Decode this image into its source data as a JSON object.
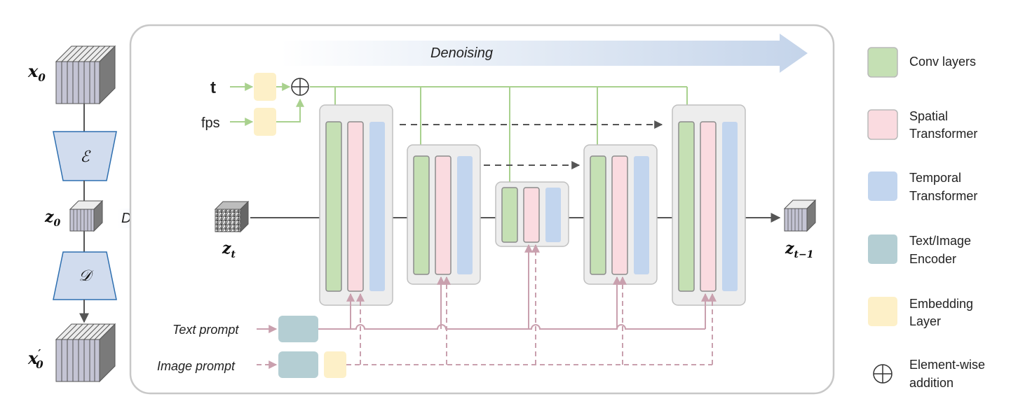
{
  "inputs": {
    "x0": "x",
    "x0_sub": "0",
    "z0": "z",
    "z0_sub": "0",
    "x0_prime": "x",
    "x0_prime_mark": "′",
    "x0_prime_sub": "0",
    "encoder_symbol": "ℰ",
    "decoder_symbol": "𝒟",
    "diffusion": "Diffusion"
  },
  "unet": {
    "denoising": "Denoising",
    "t_label": "t",
    "fps_label": "fps",
    "zt": "z",
    "zt_sub": "t",
    "zt1": "z",
    "zt1_sub": "t−1",
    "text_prompt": "Text prompt",
    "image_prompt": "Image prompt",
    "plus_symbol": "⊕"
  },
  "legend": {
    "conv": [
      "Conv layers"
    ],
    "spatial": [
      "Spatial",
      "Transformer"
    ],
    "temporal": [
      "Temporal",
      "Transformer"
    ],
    "encoder": [
      "Text/Image",
      "Encoder"
    ],
    "embedding": [
      "Embedding",
      "Layer"
    ],
    "addition": [
      "Element-wise",
      "addition"
    ],
    "plus_symbol": "⊕"
  },
  "colors": {
    "conv": "#c5e0b4",
    "spatial": "#fadbe0",
    "temporal": "#c2d5ee",
    "encoder": "#b4ced3",
    "embedding": "#fdf0c8",
    "time_arrow": "#a9d18e",
    "prompt_arrow": "#c9a0ae",
    "block_bg": "#ededed"
  }
}
